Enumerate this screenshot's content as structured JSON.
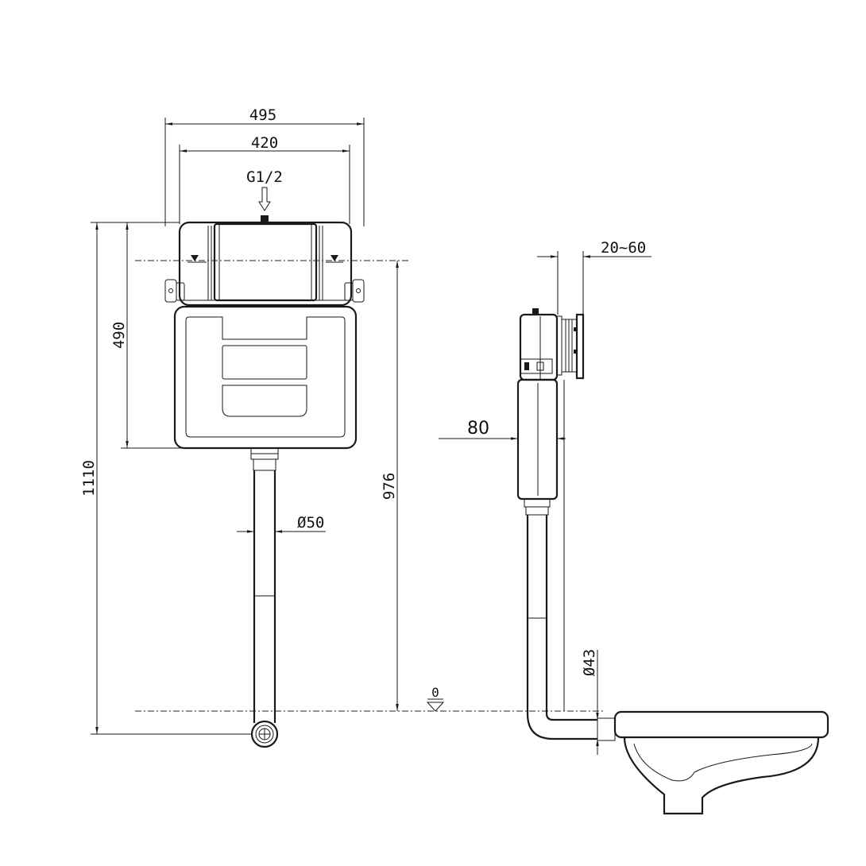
{
  "dimensions": {
    "overall_width": "495",
    "frame_width": "420",
    "inlet": "G1/2",
    "tank_height": "490",
    "total_height": "1110",
    "outlet_height": "976",
    "flush_pipe_dia": "Ø50",
    "wall_gap": "20~60",
    "depth": "80",
    "floor_ref": "0",
    "connector_dia": "Ø43"
  }
}
